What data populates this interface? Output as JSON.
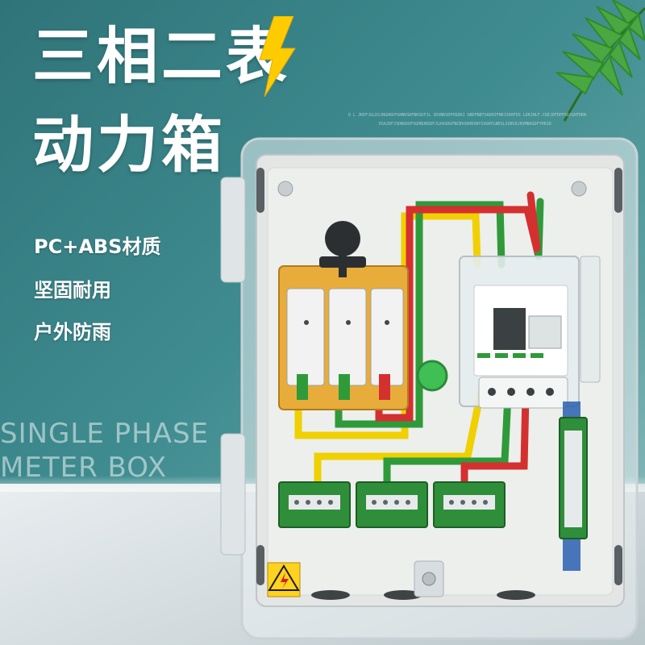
{
  "heading": {
    "line1": "三相二表",
    "line2": "动力箱"
  },
  "features": [
    "PC+ABS材质",
    "坚固耐用",
    "户外防雨"
  ],
  "english": {
    "line1": "SINGLE PHASE",
    "line2": "METER BOX"
  },
  "colors": {
    "background": "#3f8c90",
    "heading": "#ffffff",
    "lightning": "#ffcc00",
    "wire_yellow": "#f0d000",
    "wire_green": "#2f9a3a",
    "wire_red": "#d43030",
    "breaker_body": "#e8ac3a",
    "terminal_green": "#2f8e3a"
  },
  "icons": [
    "lightning-bolt-icon",
    "palm-leaf-icon",
    "warning-triangle-icon"
  ]
}
